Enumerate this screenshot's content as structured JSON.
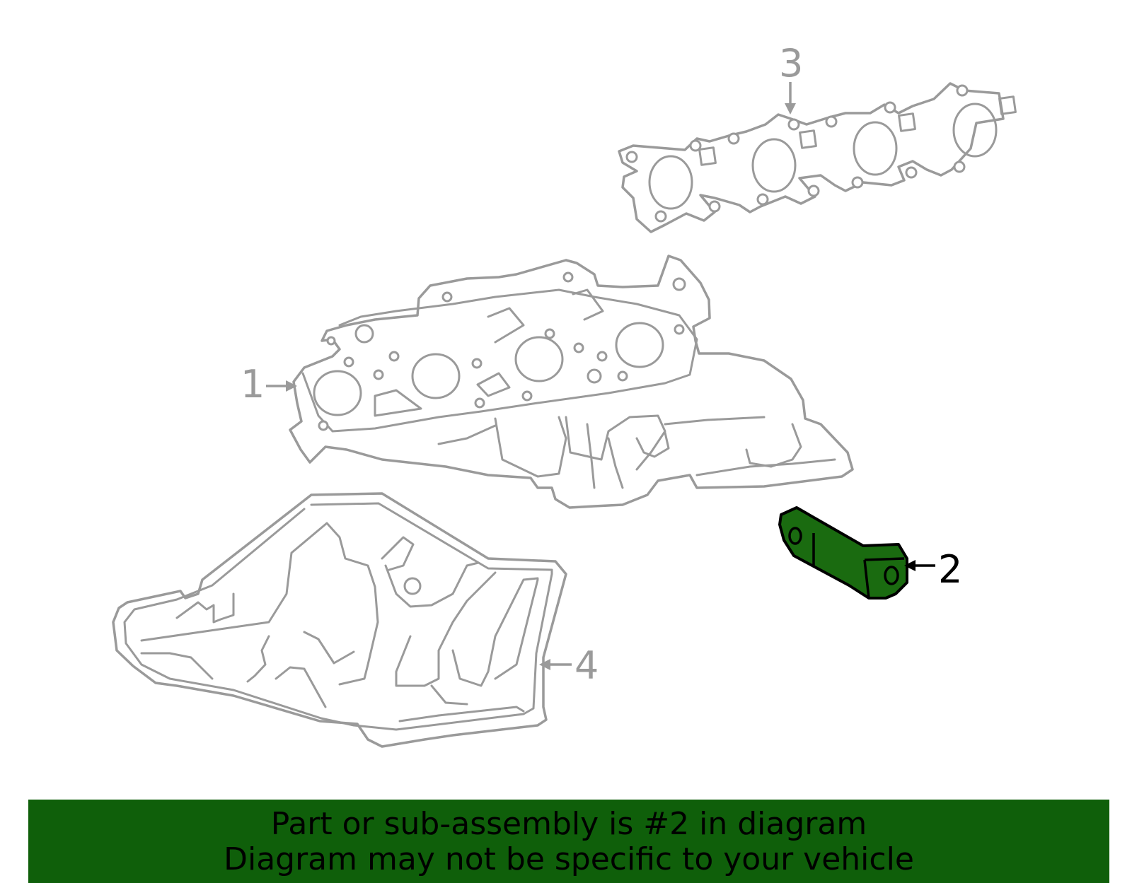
{
  "callouts": [
    {
      "number": "1",
      "highlighted": false
    },
    {
      "number": "2",
      "highlighted": true
    },
    {
      "number": "3",
      "highlighted": false
    },
    {
      "number": "4",
      "highlighted": false
    }
  ],
  "banner": {
    "line1": "Part or sub-assembly is #2 in diagram",
    "line2": "Diagram may not be specific to your vehicle"
  },
  "colors": {
    "highlight_part": "#1a6b10",
    "banner_background": "#0f5f0a",
    "line_art": "#9a9a9a"
  }
}
